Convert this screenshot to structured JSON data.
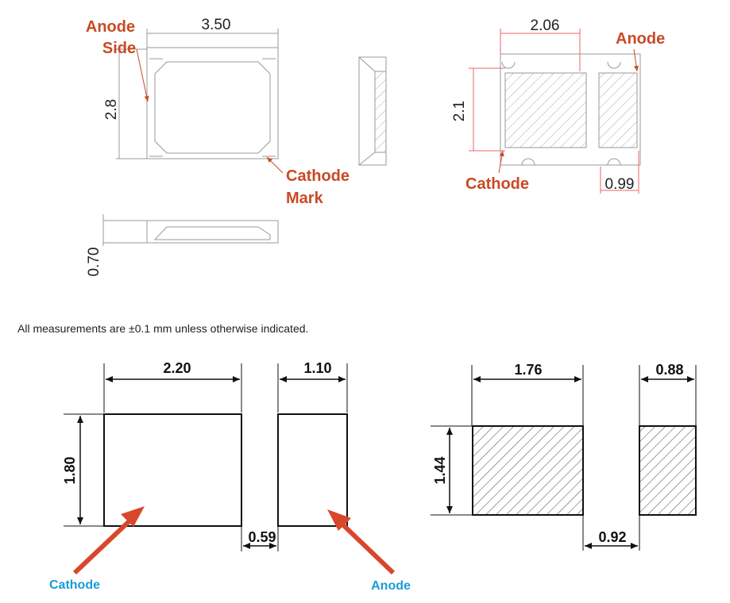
{
  "colors": {
    "label_red": "#c94a24",
    "label_blue": "#1a9bd8",
    "arrow_red": "#d9472b"
  },
  "package": {
    "width_label": "3.50",
    "height_label": "2.8",
    "thickness_label": "0.70",
    "anode_side_line1": "Anode",
    "anode_side_line2": "Side",
    "cathode_mark_line1": "Cathode",
    "cathode_mark_line2": "Mark"
  },
  "bottom_view": {
    "pad_span_label": "2.06",
    "height_label": "2.1",
    "anode_label": "Anode",
    "cathode_label": "Cathode",
    "small_pad_label": "0.99"
  },
  "note": "All measurements are ±0.1 mm unless otherwise indicated.",
  "land_pattern": {
    "cathode_width": "2.20",
    "anode_width": "1.10",
    "height": "1.80",
    "gap": "0.59",
    "cathode_label": "Cathode",
    "anode_label": "Anode"
  },
  "stencil": {
    "left_width": "1.76",
    "right_width": "0.88",
    "height": "1.44",
    "gap": "0.92"
  }
}
